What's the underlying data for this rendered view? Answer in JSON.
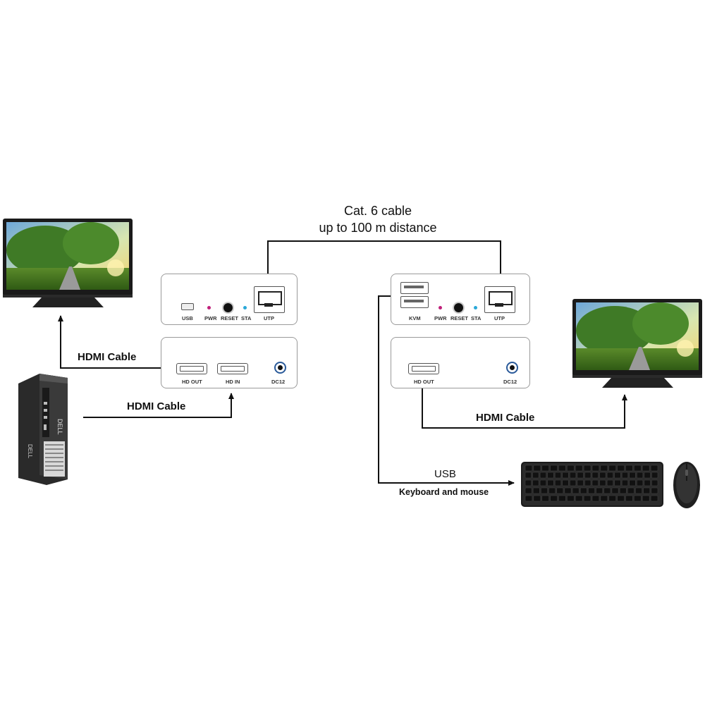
{
  "title": {
    "line1": "Cat. 6 cable",
    "line2": "up to 100 m distance"
  },
  "cables": {
    "hdmi_left_monitor": "HDMI Cable",
    "hdmi_left_pc": "HDMI Cable",
    "hdmi_right": "HDMI Cable",
    "usb": "USB",
    "keyboard_mouse": "Keyboard and mouse"
  },
  "transmitter": {
    "top_ports": [
      "USB",
      "PWR",
      "RESET",
      "STA",
      "UTP"
    ],
    "bottom_ports": [
      "HD OUT",
      "HD IN",
      "DC12"
    ]
  },
  "receiver": {
    "top_ports": [
      "KVM",
      "PWR",
      "RESET",
      "STA",
      "UTP"
    ],
    "bottom_ports": [
      "HD OUT",
      "DC12"
    ]
  },
  "pc": {
    "brand": "DELL"
  },
  "colors": {
    "line": "#111111",
    "panel_border": "#9a9a9a",
    "pwr_led": "#c0207a",
    "sta_led": "#2aa8d8"
  }
}
